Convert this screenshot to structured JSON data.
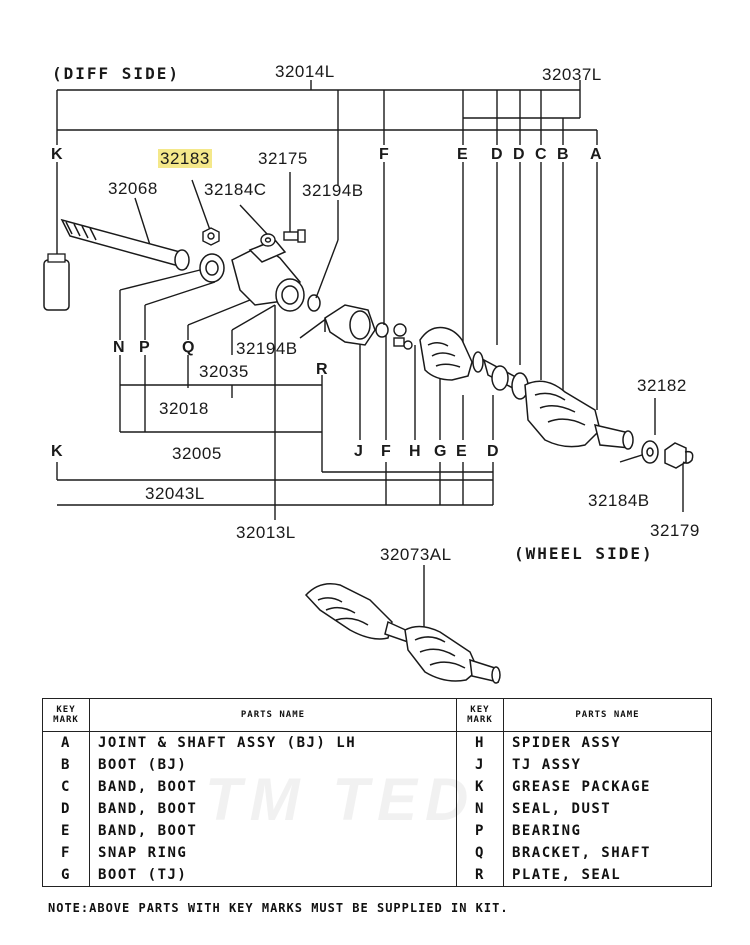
{
  "diagram": {
    "side_labels": {
      "diff": "(DIFF SIDE)",
      "wheel": "(WHEEL SIDE)"
    },
    "part_numbers": {
      "p32014L": "32014L",
      "p32037L": "32037L",
      "p32183": "32183",
      "p32175": "32175",
      "p32068": "32068",
      "p32184C": "32184C",
      "p32194B_top": "32194B",
      "p32194B_mid": "32194B",
      "p32035": "32035",
      "p32018": "32018",
      "p32005": "32005",
      "p32182": "32182",
      "p32043L": "32043L",
      "p32184B": "32184B",
      "p32013L": "32013L",
      "p32179": "32179",
      "p32073AL": "32073AL"
    },
    "top_keys": [
      "K",
      "F",
      "E",
      "D",
      "D",
      "C",
      "B",
      "A"
    ],
    "bottom_keys": [
      "K",
      "J",
      "F",
      "H",
      "G",
      "E",
      "D"
    ],
    "mid_keys": {
      "N": "N",
      "P": "P",
      "Q": "Q",
      "R": "R"
    },
    "highlight_color": "#f4e88a"
  },
  "table": {
    "header": {
      "key_mark": "KEY MARK",
      "parts_name": "PARTS NAME"
    },
    "rows": [
      {
        "lk": "A",
        "ln": "JOINT & SHAFT ASSY (BJ) LH",
        "rk": "H",
        "rn": "SPIDER ASSY"
      },
      {
        "lk": "B",
        "ln": "BOOT (BJ)",
        "rk": "J",
        "rn": "TJ ASSY"
      },
      {
        "lk": "C",
        "ln": "BAND, BOOT",
        "rk": "K",
        "rn": "GREASE PACKAGE"
      },
      {
        "lk": "D",
        "ln": "BAND, BOOT",
        "rk": "N",
        "rn": "SEAL, DUST"
      },
      {
        "lk": "E",
        "ln": "BAND, BOOT",
        "rk": "P",
        "rn": "BEARING"
      },
      {
        "lk": "F",
        "ln": "SNAP RING",
        "rk": "Q",
        "rn": "BRACKET, SHAFT"
      },
      {
        "lk": "G",
        "ln": "BOOT (TJ)",
        "rk": "R",
        "rn": "PLATE, SEAL"
      }
    ]
  },
  "note": "NOTE:ABOVE PARTS WITH KEY MARKS MUST BE SUPPLIED IN KIT.",
  "watermark": "TM TED"
}
